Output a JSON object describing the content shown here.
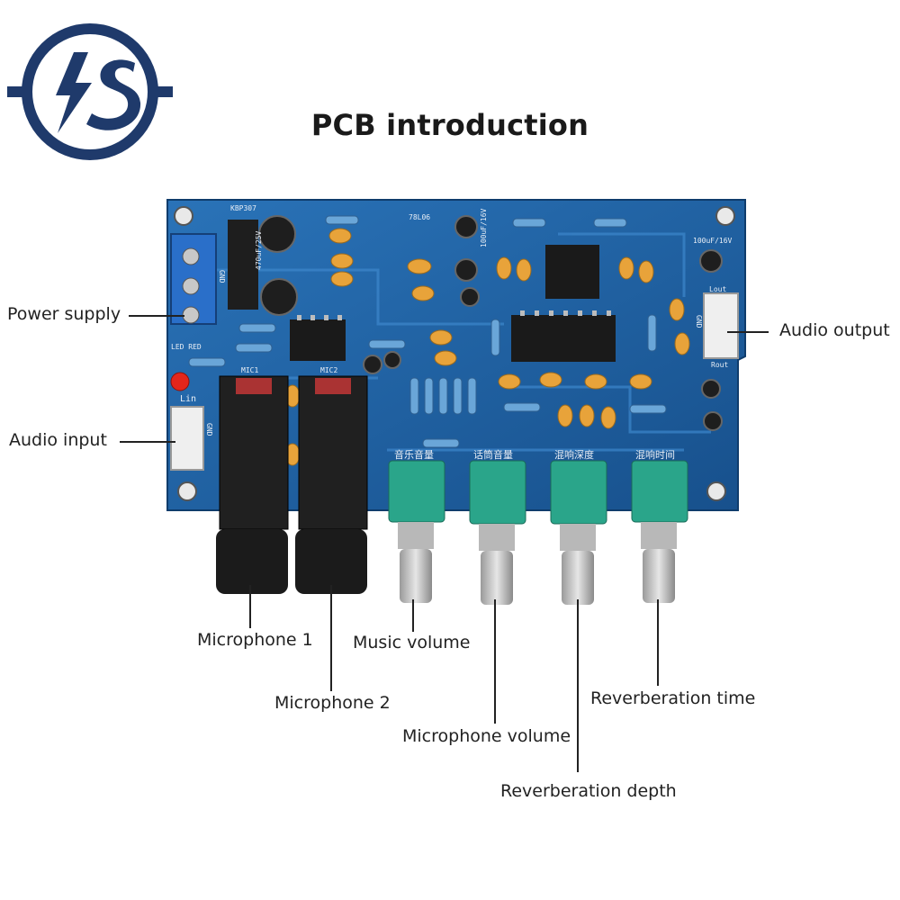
{
  "title": "PCB introduction",
  "board": {
    "silkscreen": [
      "KBP307",
      "GND",
      "LED RED",
      "Lin",
      "GND",
      "MIC1",
      "MIC2",
      "78L06",
      "Lout",
      "GND",
      "Rout",
      "100uF/16V",
      "470uF/25V",
      "100uF/16V"
    ],
    "pot_labels": [
      "音乐音量",
      "话筒音量",
      "混响深度",
      "混响时间"
    ]
  },
  "labels": {
    "power_supply": "Power supply",
    "audio_input": "Audio input",
    "audio_output": "Audio output",
    "microphone_1": "Microphone 1",
    "microphone_2": "Microphone 2",
    "music_volume": "Music volume",
    "microphone_volume": "Microphone volume",
    "reverberation_depth": "Reverberation depth",
    "reverberation_time": "Reverberation time"
  },
  "colors": {
    "brand": "#1f3a6b",
    "pcb": "#1c5f9e",
    "pot": "#2aa58a"
  }
}
